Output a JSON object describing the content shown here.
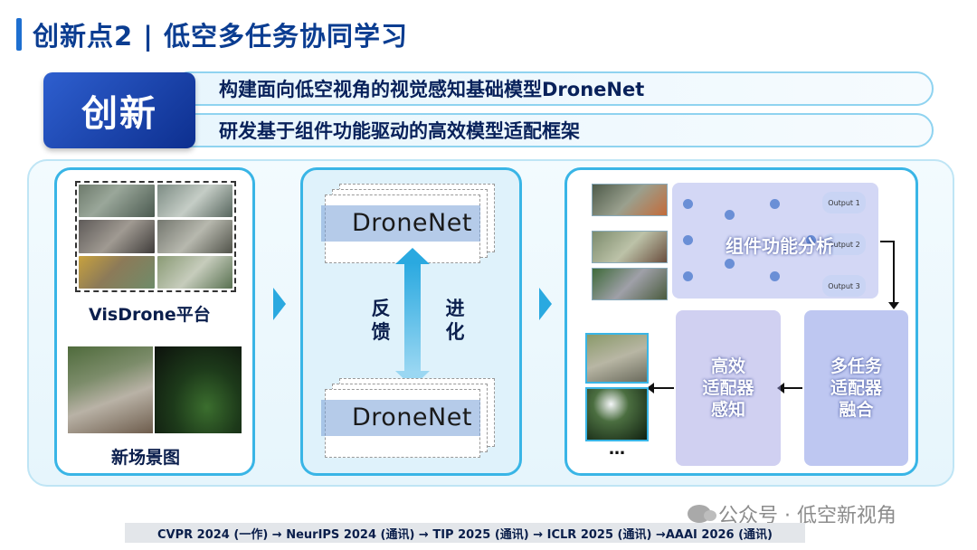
{
  "title": "创新点2 | 低空多任务协同学习",
  "innovation": {
    "badge": "创新",
    "points": [
      "构建面向低空视角的视觉感知基础模型DroneNet",
      "研发基于组件功能驱动的高效模型适配框架"
    ]
  },
  "left_card": {
    "dataset_label": "VisDrone平台",
    "new_scene_label": "新场景图"
  },
  "middle_card": {
    "model_name_top": "DroneNet",
    "model_name_bottom": "DroneNet",
    "feedback_label": "反馈",
    "evolve_label": "进化"
  },
  "right_card": {
    "component_analysis": "组件功能分析",
    "output_labels": [
      "Output 1",
      "Output 2",
      "Output 3"
    ],
    "efficient_adapter_perception": "高效\n适配器\n感知",
    "multitask_adapter_fusion": "多任务\n适配器\n融合",
    "ellipsis": "…"
  },
  "footer": {
    "venues": "CVPR 2024 (一作) → NeurIPS 2024 (通讯) → TIP 2025 (通讯) → ICLR 2025 (通讯) →AAAI 2026 (通讯)"
  },
  "watermark": "公众号 · 低空新视角",
  "colors": {
    "title": "#0b3d91",
    "badge_start": "#2e5fcf",
    "badge_end": "#0d2f8f",
    "card_border": "#39b5e6",
    "arrow": "#2aa9e0"
  }
}
